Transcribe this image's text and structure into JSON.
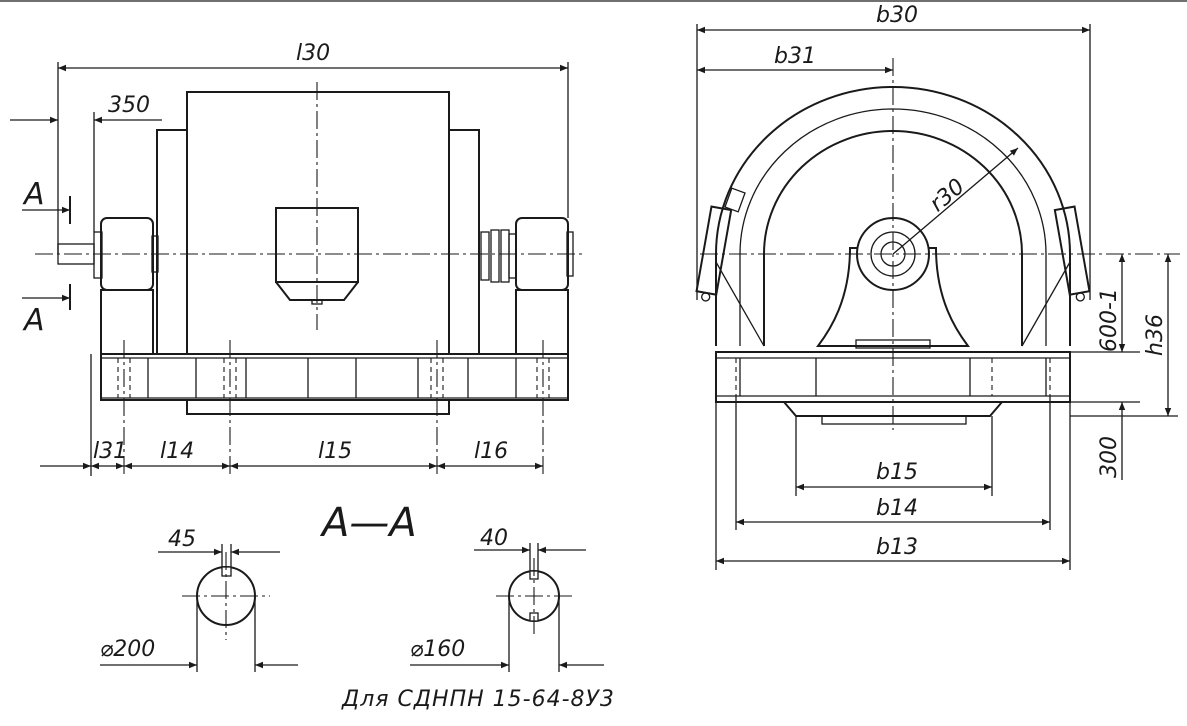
{
  "side_view": {
    "dim_l30": "l30",
    "dim_350": "350",
    "section_mark_top": "A",
    "section_mark_bottom": "A",
    "dim_l31": "l31",
    "dim_l14": "l14",
    "dim_l15": "l15",
    "dim_l16": "l16"
  },
  "section_view": {
    "title": "A—A",
    "left_shaft": {
      "key_width": "45",
      "diameter": "⌀200"
    },
    "right_shaft": {
      "key_width": "40",
      "diameter": "⌀160"
    }
  },
  "end_view": {
    "dim_b30": "b30",
    "dim_b31": "b31",
    "dim_r30": "r30",
    "dim_600": "600-1",
    "dim_h36": "h36",
    "dim_300": "300",
    "dim_b15": "b15",
    "dim_b14": "b14",
    "dim_b13": "b13"
  },
  "caption": "Для СДНПН 15-64-8У3"
}
